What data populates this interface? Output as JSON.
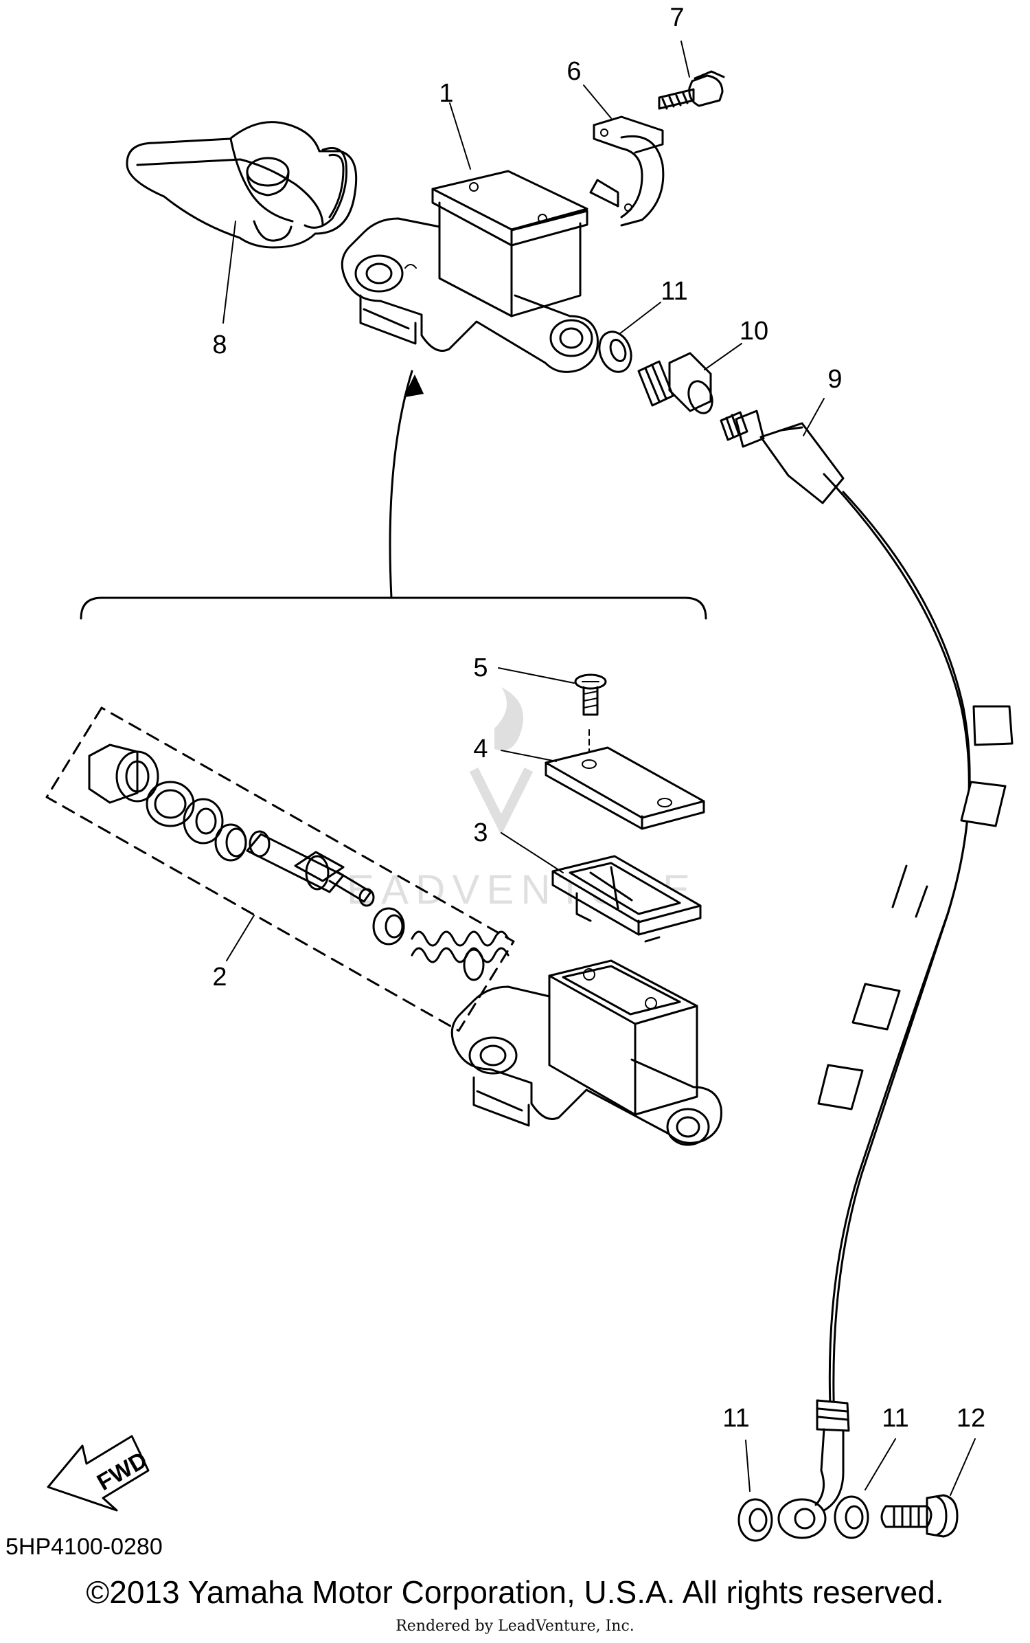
{
  "diagram": {
    "callouts": [
      {
        "id": "c1",
        "text": "1"
      },
      {
        "id": "c2",
        "text": "2"
      },
      {
        "id": "c3",
        "text": "3"
      },
      {
        "id": "c4",
        "text": "4"
      },
      {
        "id": "c5",
        "text": "5"
      },
      {
        "id": "c6",
        "text": "6"
      },
      {
        "id": "c7",
        "text": "7"
      },
      {
        "id": "c8",
        "text": "8"
      },
      {
        "id": "c9",
        "text": "9"
      },
      {
        "id": "c10",
        "text": "10"
      },
      {
        "id": "c11a",
        "text": "11"
      },
      {
        "id": "c11b",
        "text": "11"
      },
      {
        "id": "c11c",
        "text": "11"
      },
      {
        "id": "c12",
        "text": "12"
      }
    ],
    "fwd_label": "FWD",
    "watermark_text": "EADVENTURE"
  },
  "footer": {
    "part_code": "5HP4100-0280",
    "copyright": "©2013 Yamaha Motor Corporation, U.S.A. All rights reserved.",
    "rendered_by": "Rendered by LeadVenture, Inc."
  }
}
